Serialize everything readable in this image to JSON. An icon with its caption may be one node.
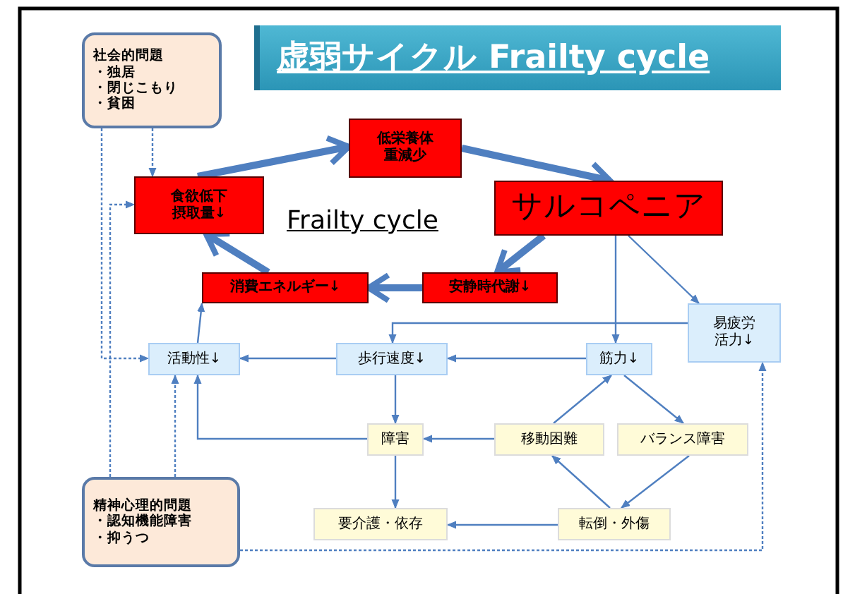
{
  "diagram": {
    "title": "虚弱サイクル Frailty cycle",
    "nodes": [
      {
        "text": [
          "社会的問題",
          "・独居",
          "・閉じこもり",
          "・貧困"
        ]
      },
      {
        "text": [
          "低栄養体重減少"
        ]
      },
      {
        "text": [
          "食欲低下摂取量↓"
        ]
      },
      {
        "text": [
          "サルコペニア"
        ]
      },
      {
        "text": [
          "消費エネルギー↓"
        ]
      },
      {
        "text": [
          "安静時代謝↓"
        ]
      },
      {
        "text": [
          "易疲労活力↓"
        ]
      },
      {
        "text": [
          "活動性↓"
        ]
      },
      {
        "text": [
          "歩行速度↓"
        ]
      },
      {
        "text": [
          "筋力↓"
        ]
      },
      {
        "text": [
          "障害"
        ]
      },
      {
        "text": [
          "移動困難"
        ]
      },
      {
        "text": [
          "バランス障害"
        ]
      },
      {
        "text": [
          "要介護・依存"
        ]
      },
      {
        "text": [
          "転倒・外傷"
        ]
      },
      {
        "text": [
          "精神心理的問題",
          "・認知機能障害",
          "・抑うつ"
        ]
      }
    ],
    "edges": [
      {
        "from": 2,
        "to": 1,
        "arrow": "to",
        "style": "thick"
      },
      {
        "from": 1,
        "to": 3,
        "arrow": "to",
        "style": "thick"
      },
      {
        "from": 3,
        "to": 5,
        "arrow": "to",
        "style": "thick"
      },
      {
        "from": 5,
        "to": 4,
        "arrow": "to",
        "style": "thick"
      },
      {
        "from": 4,
        "to": 2,
        "arrow": "to",
        "style": "thick"
      },
      {
        "from": 0,
        "to": 2,
        "arrow": "to",
        "style": "dashed"
      },
      {
        "from": 0,
        "to": 7,
        "arrow": "to",
        "style": "dashed"
      },
      {
        "from": 15,
        "to": 2,
        "arrow": "to",
        "style": "dashed"
      },
      {
        "from": 15,
        "to": 7,
        "arrow": "to",
        "style": "dashed"
      },
      {
        "from": 15,
        "to": 6,
        "arrow": "to",
        "style": "dashed"
      },
      {
        "from": 3,
        "to": 9,
        "arrow": "to"
      },
      {
        "from": 3,
        "to": 6,
        "arrow": "to"
      },
      {
        "from": 6,
        "to": 8,
        "arrow": "to"
      },
      {
        "from": 9,
        "to": 8,
        "arrow": "to"
      },
      {
        "from": 8,
        "to": 7,
        "arrow": "to"
      },
      {
        "from": 7,
        "to": 4,
        "arrow": "to"
      },
      {
        "from": 8,
        "to": 10,
        "arrow": "to"
      },
      {
        "from": 10,
        "to": 7,
        "arrow": "to"
      },
      {
        "from": 11,
        "to": 10,
        "arrow": "to"
      },
      {
        "from": 11,
        "to": 9,
        "arrow": "to"
      },
      {
        "from": 9,
        "to": 12,
        "arrow": "to"
      },
      {
        "from": 12,
        "to": 14,
        "arrow": "to"
      },
      {
        "from": 14,
        "to": 11,
        "arrow": "to"
      },
      {
        "from": 14,
        "to": 13,
        "arrow": "to"
      },
      {
        "from": 10,
        "to": 13,
        "arrow": "to"
      }
    ],
    "labels": [
      "Frailty cycle"
    ]
  }
}
